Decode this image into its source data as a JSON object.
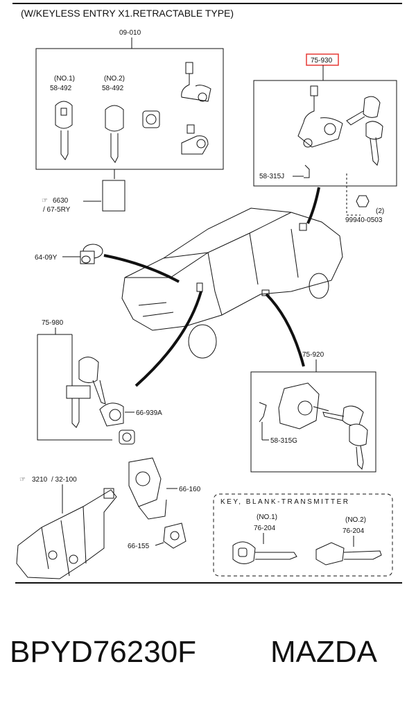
{
  "header": {
    "title": "(W/KEYLESS ENTRY X1.RETRACTABLE TYPE)"
  },
  "labels": {
    "main_group": "09-010",
    "no1": "(NO.1)",
    "no2": "(NO.2)",
    "key_no1_part": "58-492",
    "key_no2_part": "58-492",
    "ref_6630": "6630",
    "ref_675ry": "/ 67-5RY",
    "part_6409y": "64-09Y",
    "part_75930": "75-930",
    "part_58315j": "58-315J",
    "qty_2": "(2)",
    "part_99940": "99940-0503",
    "part_75980": "75-980",
    "part_66939a": "66-939A",
    "ref_3210": "3210",
    "ref_32100": "/ 32-100",
    "part_66160": "66-160",
    "part_66155": "66-155",
    "part_75920": "75-920",
    "part_58315g": "58-315G",
    "blank_title": "KEY, BLANK-TRANSMITTER",
    "blank_no1": "(NO.1)",
    "blank_no2": "(NO.2)",
    "blank_part1": "76-204",
    "blank_part2": "76-204"
  },
  "footer": {
    "part_number": "BPYD76230F",
    "brand": "MAZDA"
  },
  "colors": {
    "highlight": "#e53935",
    "ink": "#111111"
  },
  "icons": {
    "ref_hand": "pointing-hand-icon"
  }
}
